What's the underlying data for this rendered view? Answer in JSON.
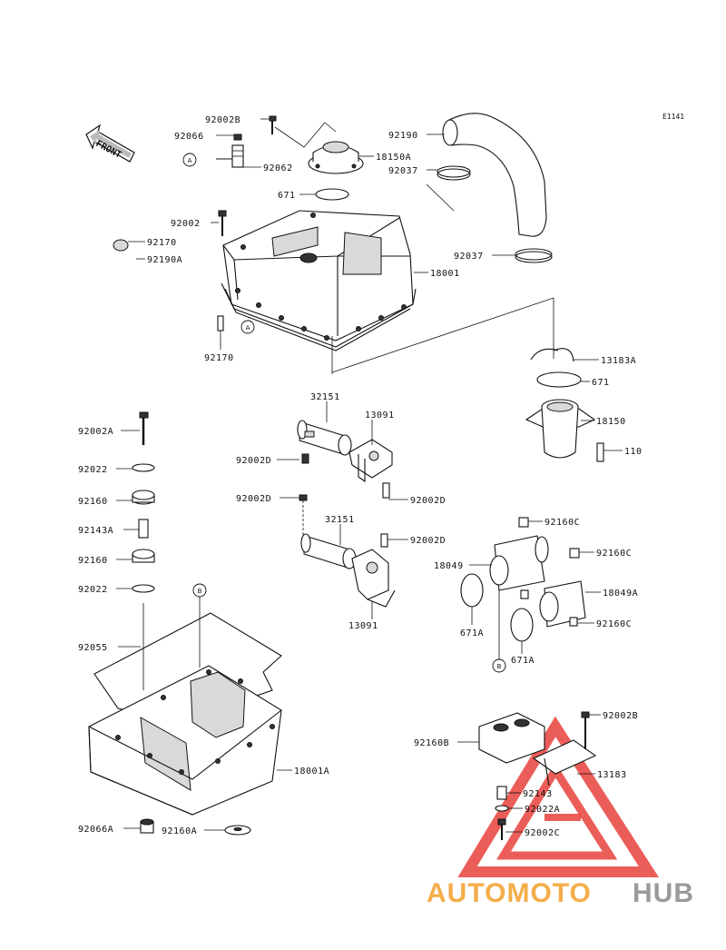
{
  "diagram": {
    "code": "E1141",
    "front_label": "FRONT",
    "watermark": {
      "brand_a": "AUTOMOTO",
      "brand_b": "HUB",
      "color_red": "#e8413c",
      "color_orange": "#f4ad4a",
      "color_gray": "#9a9a9a"
    },
    "refs": {
      "a": "A",
      "b": "B"
    },
    "labels": {
      "p92002B_top": "92002B",
      "p92066": "92066",
      "p92062": "92062",
      "p18150A": "18150A",
      "p92190": "92190",
      "p92037_top": "92037",
      "p671": "671",
      "p92002": "92002",
      "p92170_top": "92170",
      "p92190A": "92190A",
      "p92037_mid": "92037",
      "p18001": "18001",
      "p92170_bot": "92170",
      "p13183A": "13183A",
      "p671_right": "671",
      "p18150": "18150",
      "p110": "110",
      "p32151_top": "32151",
      "p13091_top": "13091",
      "p92002D_a": "92002D",
      "p92002D_b": "92002D",
      "p92002D_c": "92002D",
      "p32151_bot": "32151",
      "p92002D_d": "92002D",
      "p13091_bot": "13091",
      "p92002A": "92002A",
      "p92022_top": "92022",
      "p92160_top": "92160",
      "p92143A": "92143A",
      "p92160_bot": "92160",
      "p92022_bot": "92022",
      "p92055": "92055",
      "p18001A": "18001A",
      "p92066A": "92066A",
      "p92160A": "92160A",
      "p92160C_a": "92160C",
      "p18049": "18049",
      "p92160C_b": "92160C",
      "p18049A": "18049A",
      "p671A_a": "671A",
      "p92160C_c": "92160C",
      "p671A_b": "671A",
      "p92160B": "92160B",
      "p92002B_bot": "92002B",
      "p13183": "13183",
      "p92143": "92143",
      "p92022A": "92022A",
      "p92002C": "92002C"
    }
  }
}
